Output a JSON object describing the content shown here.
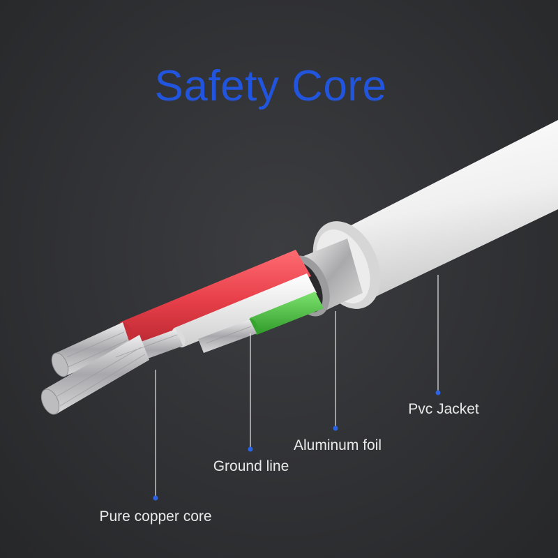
{
  "title": "Safety Core",
  "colors": {
    "title": "#2255dd",
    "leader_dot": "#2a63e6",
    "leader_line": "#e6e6e6",
    "background": "#2f3033",
    "jacket": "#f2f2f2",
    "red_wire": "#e8404a",
    "white_wire": "#f1f1f1",
    "green_wire": "#46c23c",
    "copper_strands": "#c8c8cc"
  },
  "labels": {
    "pvc_jacket": "Pvc Jacket",
    "aluminum_foil": "Aluminum foil",
    "ground_line": "Ground line",
    "pure_copper_core": "Pure copper core"
  }
}
